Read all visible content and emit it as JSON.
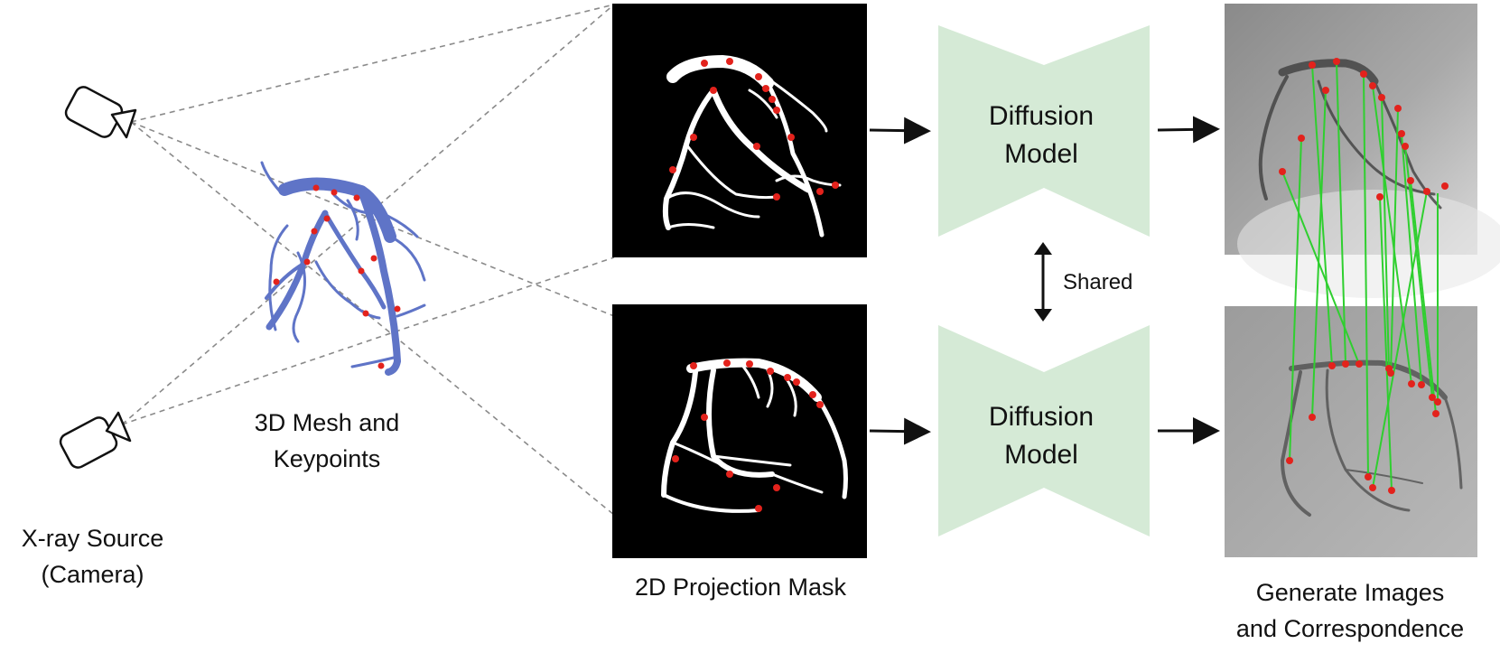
{
  "labels": {
    "xray_source": [
      "X-ray Source",
      "(Camera)"
    ],
    "mesh": [
      "3D Mesh and",
      "Keypoints"
    ],
    "projection": "2D Projection Mask",
    "generate": [
      "Generate Images",
      "and Correspondence"
    ],
    "shared": "Shared"
  },
  "diffusion_model": [
    "Diffusion",
    "Model"
  ],
  "colors": {
    "vessel_mesh": "#5f74c7",
    "keypoint": "#e3221c",
    "correspondence_line": "#2fcf2f",
    "diffusion_fill": "#d5ead6",
    "mask_background": "#000000",
    "mask_vessel": "#ffffff",
    "dashed_line": "#8a8a8a"
  },
  "icons": [
    "camera-icon-top",
    "camera-icon-bottom"
  ]
}
